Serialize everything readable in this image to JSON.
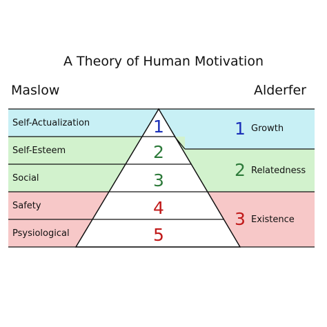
{
  "title": "A Theory of Human Motivation",
  "maslow_heading": "Maslow",
  "alderfer_heading": "Alderfer",
  "colors": {
    "growth_band": "#c8f0f5",
    "relatedness_band": "#d2f2cd",
    "existence_band": "#f7c8c8",
    "blue_number": "#1a2fb8",
    "green_number": "#2d7a3a",
    "red_number": "#c01818",
    "line": "#111111"
  },
  "maslow_levels": [
    {
      "label": "Self-Actualization",
      "number": "1",
      "number_color": "blue"
    },
    {
      "label": "Self-Esteem",
      "number": "2",
      "number_color": "green"
    },
    {
      "label": "Social",
      "number": "3",
      "number_color": "green"
    },
    {
      "label": "Safety",
      "number": "4",
      "number_color": "red"
    },
    {
      "label": "Psysiological",
      "number": "5",
      "number_color": "red"
    }
  ],
  "alderfer_levels": [
    {
      "number": "1",
      "label": "Growth",
      "number_color": "blue"
    },
    {
      "number": "2",
      "label": "Relatedness",
      "number_color": "green"
    },
    {
      "number": "3",
      "label": "Existence",
      "number_color": "red"
    }
  ]
}
